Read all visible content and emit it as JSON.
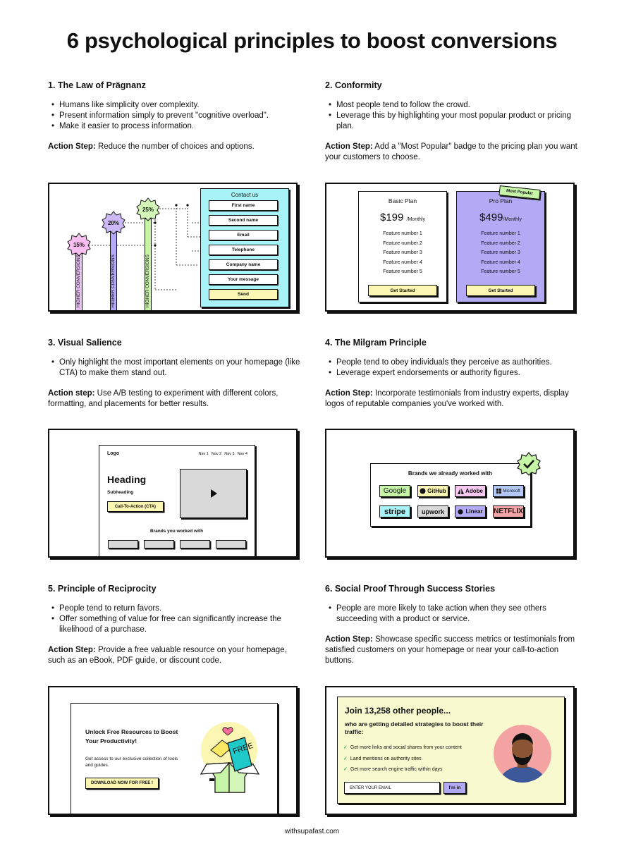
{
  "title": "6 psychological principles to boost conversions",
  "footer": "withsupafast.com",
  "sections": [
    {
      "heading": "1. The Law of Prägnanz",
      "bullets": [
        "Humans like simplicity over complexity.",
        "Present information simply to prevent \"cognitive overload\".",
        "Make it easier to process information."
      ],
      "action_label": "Action Step:",
      "action_text": "Reduce the number of choices and options."
    },
    {
      "heading": "2. Conformity",
      "bullets": [
        "Most people tend to follow the crowd.",
        "Leverage this by highlighting your most popular product or pricing plan."
      ],
      "action_label": "Action Step:",
      "action_text": "Add a \"Most Popular\" badge to the pricing plan you want your customers to choose."
    },
    {
      "heading": "3. Visual Salience",
      "bullets": [
        "Only highlight the most important elements on your homepage (like CTA) to make them stand out."
      ],
      "action_label": "Action step:",
      "action_text": "Use A/B testing to experiment with different colors, formatting, and placements for better results."
    },
    {
      "heading": "4. The Milgram Principle",
      "bullets": [
        "People tend to obey individuals they perceive as authorities.",
        "Leverage expert endorsements or authority figures."
      ],
      "action_label": "Action Step:",
      "action_text": "Incorporate testimonials from industry experts, display logos of reputable companies you've worked with."
    },
    {
      "heading": "5. Principle of Reciprocity",
      "bullets": [
        "People tend to return favors.",
        "Offer something of value for free can significantly increase the likelihood of a purchase."
      ],
      "action_label": "Action Step:",
      "action_text": "Provide a free valuable resource on your homepage, such as an eBook, PDF guide, or discount code."
    },
    {
      "heading": "6. Social Proof Through Success Stories",
      "bullets": [
        "People are more likely to take action when they see others succeeding with a product or service."
      ],
      "action_label": "Action Step:",
      "action_text": "Showcase specific success metrics or testimonials from satisfied customers on your homepage or near your call-to-action buttons."
    }
  ],
  "card1": {
    "badges": [
      "15%",
      "20%",
      "25%"
    ],
    "bar_label": "HIGHER CONVERSIONS",
    "form_title": "Contact us",
    "fields": [
      "First name",
      "Second name",
      "Email",
      "Telephone",
      "Company name",
      "Your message"
    ],
    "send": "Send"
  },
  "card2": {
    "basic": {
      "name": "Basic Plan",
      "price": "$199",
      "per": "/Monthly",
      "features": [
        "Feature number 1",
        "Feature number 2",
        "Feature number 3",
        "Feature number 4",
        "Feature number 5"
      ],
      "button": "Get Started"
    },
    "pro": {
      "name": "Pro Plan",
      "price": "$499",
      "per": "/Monthly",
      "features": [
        "Feature number 1",
        "Feature number 2",
        "Feature number 3",
        "Feature number 4",
        "Feature number 5"
      ],
      "button": "Get Started"
    },
    "badge": "Most Popular"
  },
  "card3": {
    "logo": "Logo",
    "nav": [
      "Nav 1",
      "Nav 2",
      "Nav 3",
      "Nav 4"
    ],
    "heading": "Heading",
    "subheading": "Subheading",
    "cta": "Call-To-Action (CTA)",
    "brands_label": "Brands you worked with"
  },
  "card4": {
    "title": "Brands we already worked with",
    "brands": [
      "Google",
      "GitHub",
      "Adobe",
      "Microsoft",
      "stripe",
      "upwork",
      "Linear",
      "NETFLIX"
    ]
  },
  "card5": {
    "title": "Unlock Free Resources to Boost Your Productivity!",
    "desc": "Get access to our exclusive collection of tools and guides.",
    "button": "DOWNLOAD NOW FOR FREE !",
    "free_tag": "FREE"
  },
  "card6": {
    "title": "Join 13,258 other people...",
    "subtitle": "who are getting detailed strategies to boost their traffic:",
    "checks": [
      "Get more links and social shares from your content",
      "Land mentions on authority sites",
      "Get more search engine traffic within days"
    ],
    "placeholder": "ENTER YOUR EMAIL",
    "button": "I'm in"
  }
}
